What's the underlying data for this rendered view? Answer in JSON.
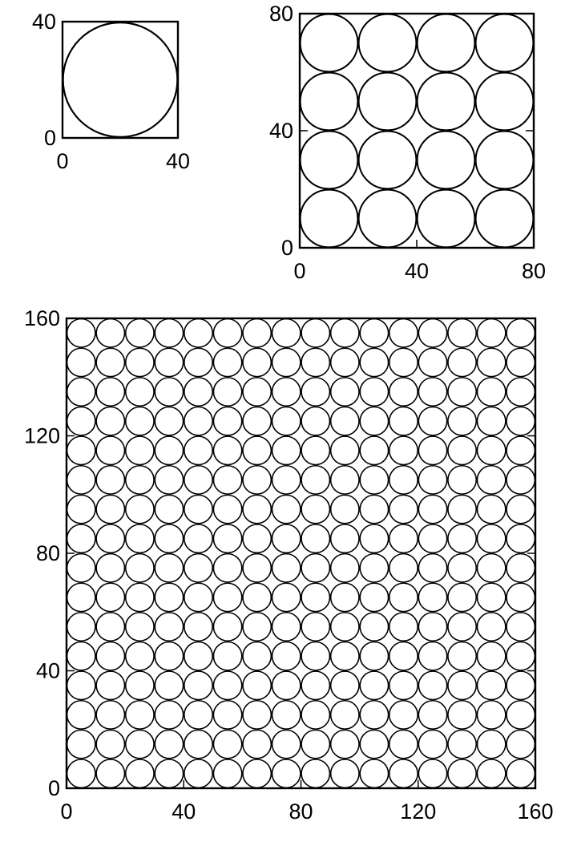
{
  "figures": [
    {
      "id": "small",
      "side": 40,
      "circle_diameter": 40,
      "circles_per_side": 1,
      "x_ticks": [
        "0",
        "40"
      ],
      "y_ticks": [
        "0",
        "40"
      ]
    },
    {
      "id": "medium",
      "side": 80,
      "circle_diameter": 20,
      "circles_per_side": 4,
      "x_ticks": [
        "0",
        "40",
        "80"
      ],
      "y_ticks": [
        "0",
        "40",
        "80"
      ]
    },
    {
      "id": "large",
      "side": 160,
      "circle_diameter": 10,
      "circles_per_side": 16,
      "x_ticks": [
        "0",
        "40",
        "80",
        "120",
        "160"
      ],
      "y_ticks": [
        "0",
        "40",
        "80",
        "120",
        "160"
      ]
    }
  ]
}
